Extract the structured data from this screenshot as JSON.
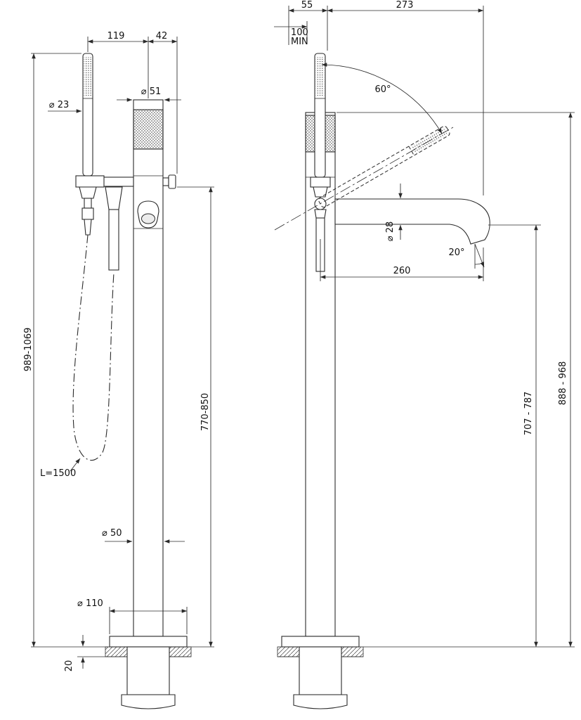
{
  "drawing": {
    "kind": "technical-dimension-drawing",
    "subject": "floor-mounted bath mixer with handshower",
    "left_view": {
      "width_handshower_to_column": "119",
      "width_handle": "42",
      "dia_handshower": "⌀ 23",
      "dia_column_top": "⌀ 51",
      "height_total": "989-1069",
      "height_handle": "770-850",
      "hose_length": "L=1500",
      "dia_column": "⌀ 50",
      "dia_base": "⌀ 110",
      "base_thickness": "20"
    },
    "right_view": {
      "offset_wall": "55",
      "depth_spout": "273",
      "clearance": "100",
      "clearance_min": "MIN",
      "handshower_swivel": "60°",
      "dia_spout": "⌀ 28",
      "spout_angle": "20°",
      "spout_reach": "260",
      "height_column": "888 - 968",
      "height_spout": "707 - 787"
    },
    "colors": {
      "line": "#2a2a2a",
      "background": "#ffffff"
    }
  }
}
